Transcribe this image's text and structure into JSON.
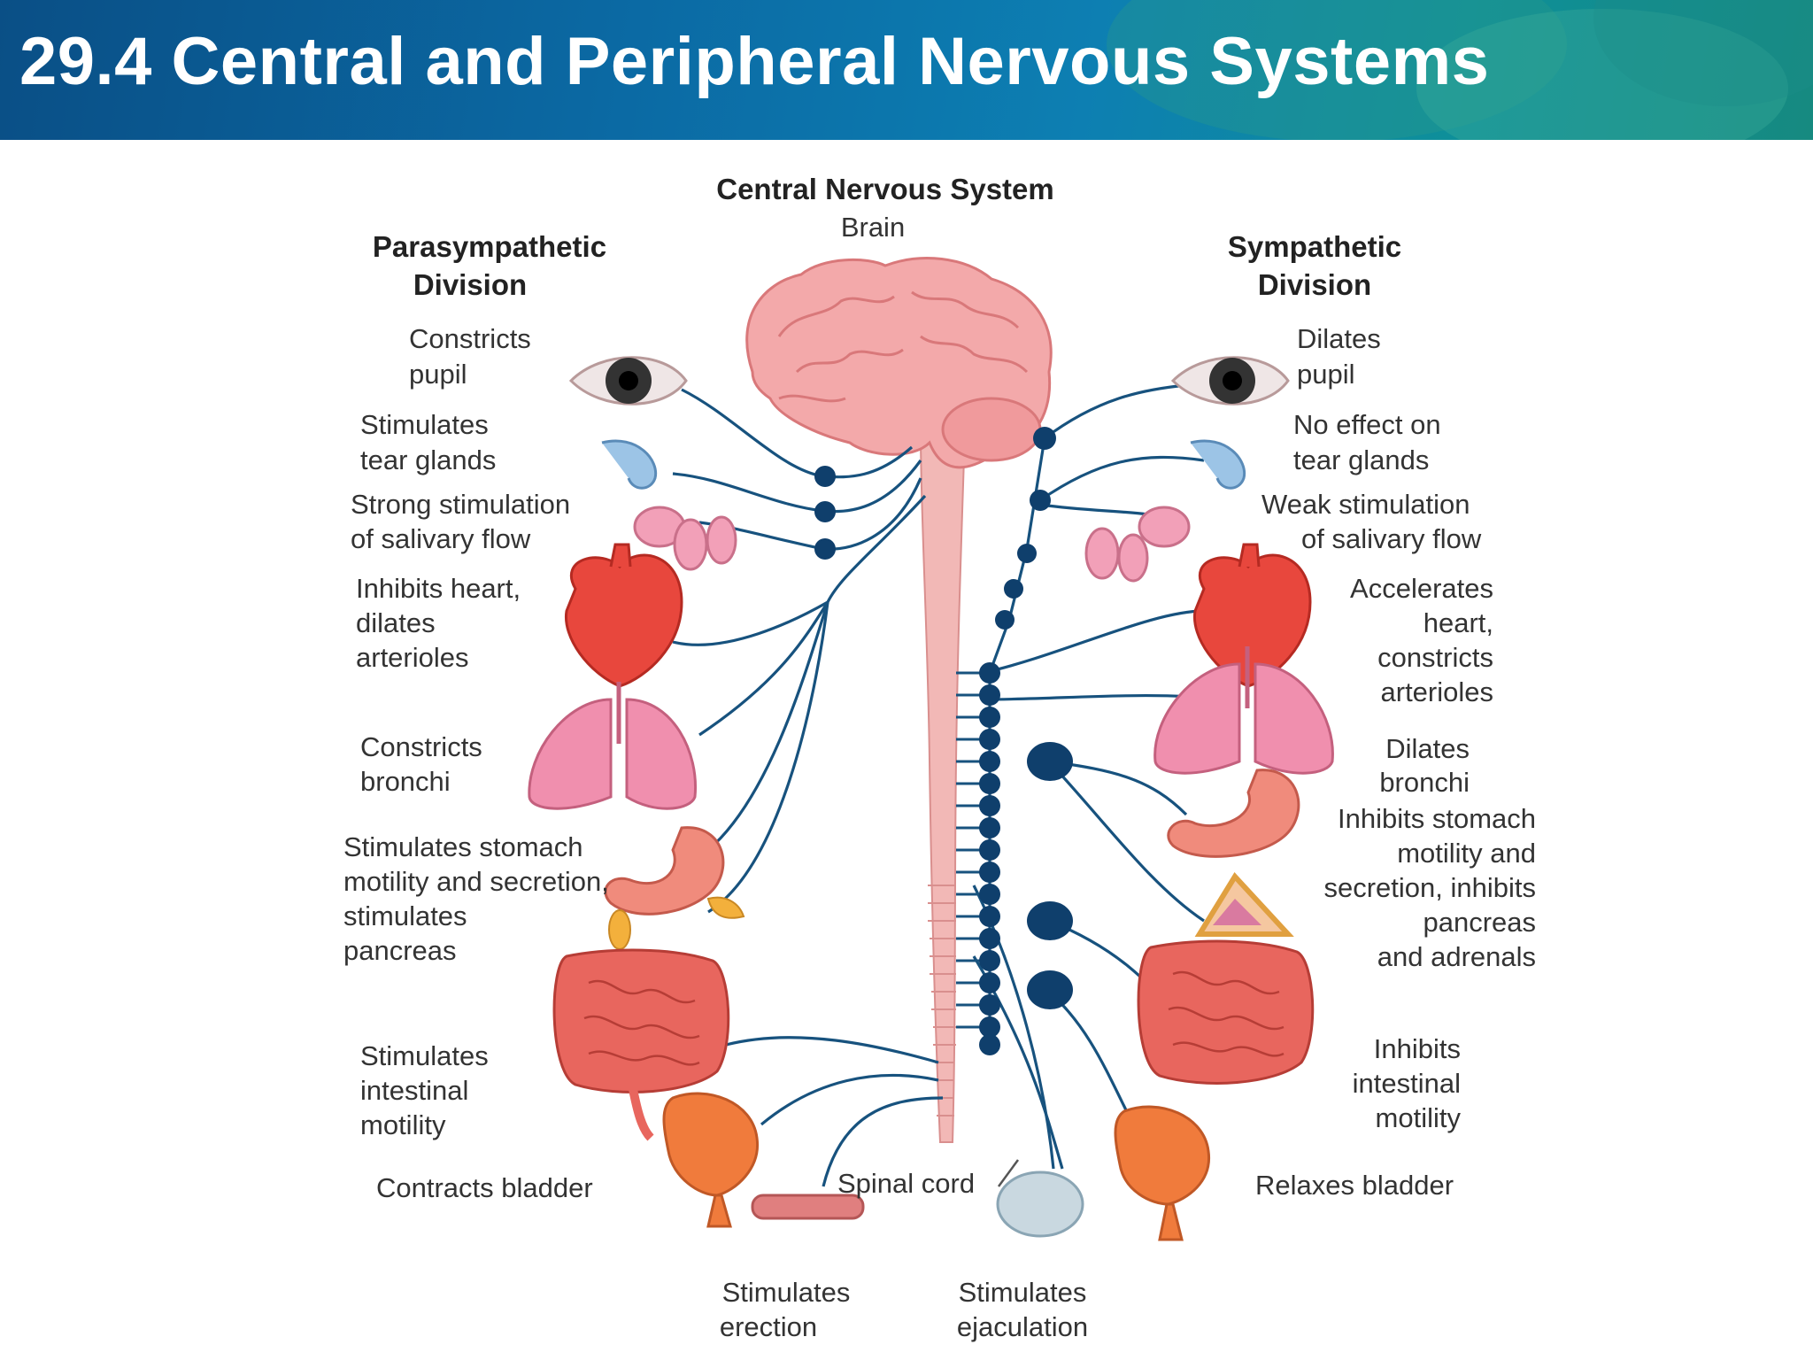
{
  "slide": {
    "title": "29.4 Central and Peripheral Nervous Systems"
  },
  "cns": {
    "title": "Central Nervous System",
    "brain": "Brain",
    "spinal_cord": "Spinal cord"
  },
  "parasympathetic": {
    "title": [
      "Parasympathetic",
      "Division"
    ],
    "effects": {
      "pupil": [
        "Constricts",
        "pupil"
      ],
      "tear": [
        "Stimulates",
        "tear glands"
      ],
      "saliva": [
        "Strong stimulation",
        "of salivary flow"
      ],
      "heart": [
        "Inhibits heart,",
        "dilates",
        "arterioles"
      ],
      "bronchi": [
        "Constricts",
        "bronchi"
      ],
      "stomach": [
        "Stimulates stomach",
        "motility and secretion,",
        "stimulates",
        "pancreas"
      ],
      "intestine": [
        "Stimulates",
        "intestinal",
        "motility"
      ],
      "bladder": [
        "Contracts bladder"
      ],
      "erection": [
        "Stimulates",
        "erection"
      ]
    }
  },
  "sympathetic": {
    "title": [
      "Sympathetic",
      "Division"
    ],
    "effects": {
      "pupil": [
        "Dilates",
        "pupil"
      ],
      "tear": [
        "No effect on",
        "tear glands"
      ],
      "saliva": [
        "Weak stimulation",
        "of salivary flow"
      ],
      "heart": [
        "Accelerates",
        "heart,",
        "constricts",
        "arterioles"
      ],
      "bronchi": [
        "Dilates",
        "bronchi"
      ],
      "stomach": [
        "Inhibits stomach",
        "motility and",
        "secretion, inhibits",
        "pancreas",
        "and adrenals"
      ],
      "intestine": [
        "Inhibits",
        "intestinal",
        "motility"
      ],
      "bladder": [
        "Relaxes bladder"
      ],
      "ejaculation": [
        "Stimulates",
        "ejaculation"
      ]
    }
  },
  "colors": {
    "header_bg": "#0b6aa4",
    "nerve": "#17527e",
    "ganglion": "#0f3f6c",
    "spinal_cord": "#f2b8b6",
    "brain": "#f3a9aa",
    "organ_red": "#e8473d",
    "lung_pink": "#f08fae"
  },
  "icons": [
    "eye-icon",
    "tear-gland-icon",
    "salivary-gland-icon",
    "heart-icon",
    "lung-icon",
    "stomach-icon",
    "pancreas-icon",
    "adrenal-icon",
    "intestine-icon",
    "bladder-icon",
    "penis-icon",
    "testis-icon",
    "brain-icon",
    "spinal-cord-icon"
  ]
}
